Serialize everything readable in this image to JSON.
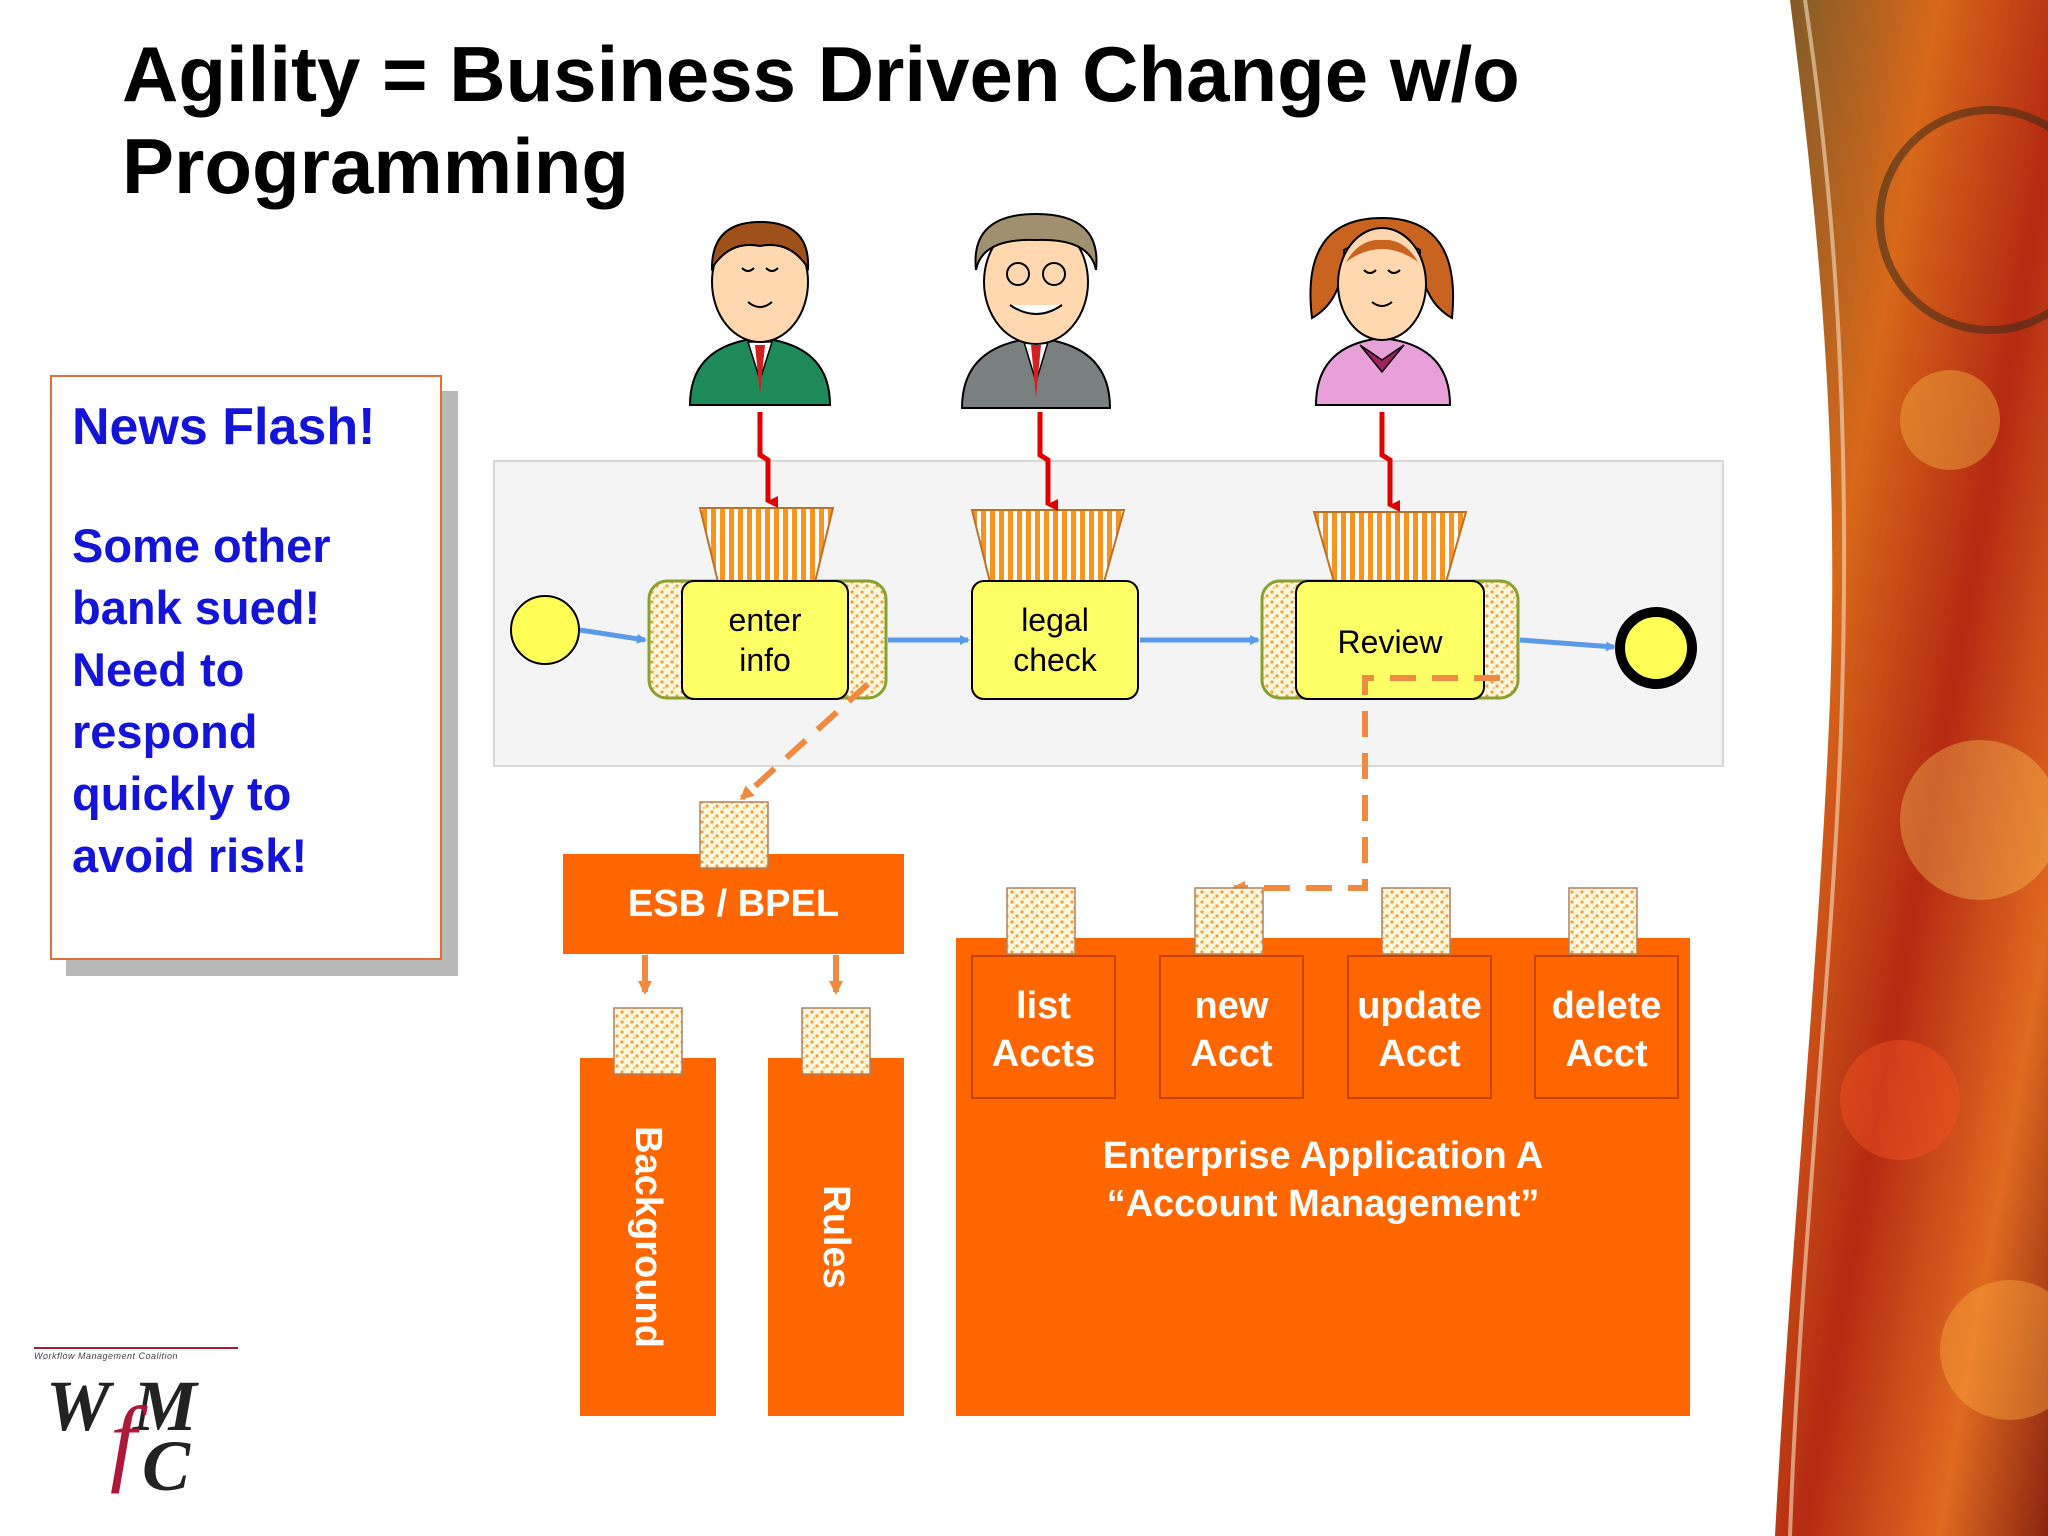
{
  "slide": {
    "title": "Agility = Business Driven Change w/o\nProgramming"
  },
  "news_flash": {
    "heading": "News Flash!",
    "body": "Some other\nbank sued!\nNeed to\nrespond\nquickly to\navoid risk!"
  },
  "process": {
    "tasks": [
      {
        "label": "enter\ninfo"
      },
      {
        "label": "legal\ncheck"
      },
      {
        "label": "Review"
      }
    ]
  },
  "services": {
    "esb_label": "ESB / BPEL",
    "background_label": "Background",
    "rules_label": "Rules"
  },
  "enterprise_app": {
    "title": "Enterprise Application A\n“Account Management”",
    "operations": [
      {
        "label": "list\nAccts"
      },
      {
        "label": "new\nAcct"
      },
      {
        "label": "update\nAcct"
      },
      {
        "label": "delete\nAcct"
      }
    ]
  },
  "logo": {
    "tagline": "Workflow Management Coalition",
    "text": "WfMC"
  },
  "colors": {
    "orange": "#ff6600",
    "task_fill": "#ffff66",
    "flow_arrow": "#5b9ae8",
    "news_text": "#1414d8",
    "person_arrow": "#e00000"
  }
}
